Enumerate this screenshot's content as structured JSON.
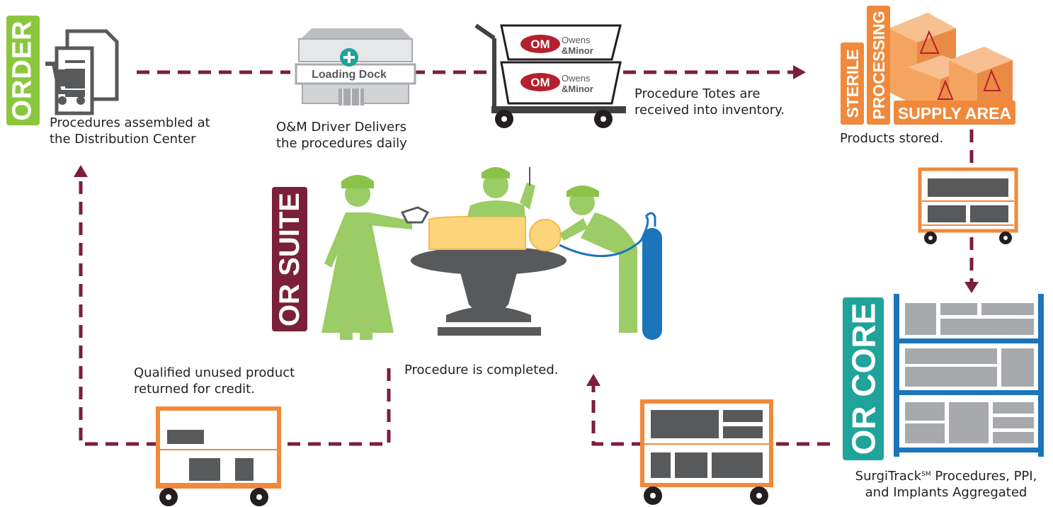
{
  "colors": {
    "flow_arrow": "#7b1f3a",
    "order_green": "#8cc63f",
    "or_suite_maroon": "#7b1f3a",
    "or_core_teal": "#1fa39a",
    "cart_orange": "#f0893b",
    "shelf_blue": "#1b75bb",
    "staff_green": "#9ccc65",
    "box_gray": "#5a5a5c",
    "om_red": "#b5202e"
  },
  "labels": {
    "order": "ORDER",
    "or_suite": "OR SUITE",
    "or_core": "OR CORE",
    "sterile": "STERILE",
    "processing": "PROCESSING",
    "supply_area": "SUPPLY AREA",
    "loading_dock": "Loading Dock",
    "om_logo": "OM",
    "brand_line1": "Owens",
    "brand_line2": "&Minor"
  },
  "captions": {
    "procedures_assembled": "Procedures assembled at\nthe Distribution Center",
    "driver_delivers": "O&M Driver Delivers\nthe procedures daily",
    "totes_received": "Procedure Totes are\nreceived into inventory.",
    "products_stored": "Products stored.",
    "procedure_completed": "Procedure is completed.",
    "unused_returned": "Qualified unused product\nreturned for credit.",
    "surgitrack_name": "SurgiTrack",
    "surgitrack_mark": "SM",
    "surgitrack_rest": " Procedures, PPI,",
    "surgitrack_line2": "and Implants Aggregated"
  },
  "icons": [
    "document-cart-icon",
    "loading-dock-building-icon",
    "tote-cart-icon",
    "storage-boxes-icon",
    "supply-cart-icon",
    "surgery-team-icon",
    "storage-shelf-icon",
    "return-cart-icon"
  ]
}
